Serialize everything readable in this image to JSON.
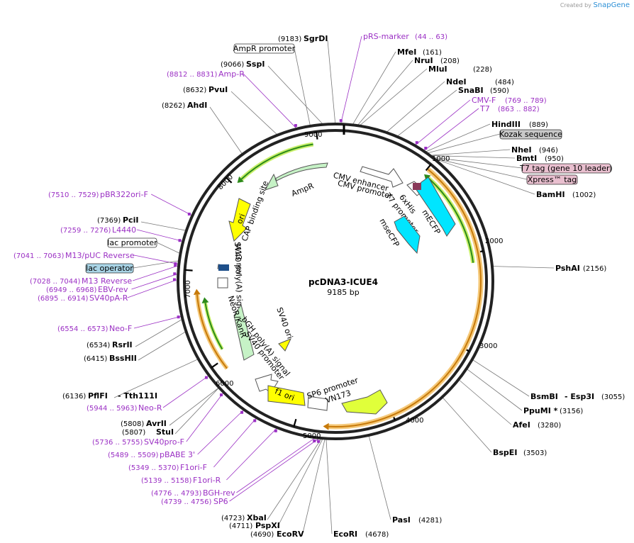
{
  "credit": {
    "prefix": "Created by",
    "brand": "SnapGene"
  },
  "plasmid": {
    "name": "pcDNA3-ICUE4",
    "size_label": "9185 bp",
    "length": 9185
  },
  "ticks": [
    "1000",
    "2000",
    "3000",
    "4000",
    "5000",
    "6000",
    "7000",
    "8000",
    "9000"
  ],
  "sites": [
    {
      "name": "SgrDI",
      "pos": "(9183)"
    },
    {
      "name": "SspI",
      "pos": "(9066)"
    },
    {
      "name": "PvuI",
      "pos": "(8632)"
    },
    {
      "name": "AhdI",
      "pos": "(8262)"
    },
    {
      "name": "PciI",
      "pos": "(7369)"
    },
    {
      "name": "RsrII",
      "pos": "(6534)"
    },
    {
      "name": "BssHII",
      "pos": "(6415)"
    },
    {
      "name": "PflFI",
      "pos": "(6136)",
      "extra": "- Tth111I"
    },
    {
      "name": "AvrII",
      "pos": "(5808)"
    },
    {
      "name": "StuI",
      "pos": "(5807)"
    },
    {
      "name": "XbaI",
      "pos": "(4723)"
    },
    {
      "name": "PspXI",
      "pos": "(4711)"
    },
    {
      "name": "EcoRV",
      "pos": "(4690)"
    },
    {
      "name": "EcoRI",
      "pos": "(4678)"
    },
    {
      "name": "PasI",
      "pos": "(4281)"
    },
    {
      "name": "BspEI",
      "pos": "(3503)"
    },
    {
      "name": "AfeI",
      "pos": "(3280)"
    },
    {
      "name": "PpuMI *",
      "pos": "(3156)"
    },
    {
      "name": "BsmBI",
      "pos": "(3055)",
      "extra": "- Esp3I"
    },
    {
      "name": "PshAI",
      "pos": "(2156)"
    },
    {
      "name": "BamHI",
      "pos": "(1002)"
    },
    {
      "name": "BmtI",
      "pos": "(950)"
    },
    {
      "name": "NheI",
      "pos": "(946)"
    },
    {
      "name": "HindIII",
      "pos": "(889)"
    },
    {
      "name": "SnaBI",
      "pos": "(590)"
    },
    {
      "name": "NdeI",
      "pos": "(484)"
    },
    {
      "name": "MluI",
      "pos": "(228)"
    },
    {
      "name": "NruI",
      "pos": "(208)"
    },
    {
      "name": "MfeI",
      "pos": "(161)"
    }
  ],
  "primers": [
    {
      "name": "pRS-marker",
      "range": "(44 .. 63)"
    },
    {
      "name": "CMV-F",
      "range": "(769 .. 789)"
    },
    {
      "name": "T7",
      "range": "(863 .. 882)"
    },
    {
      "name": "Amp-R",
      "range": "(8812 .. 8831)"
    },
    {
      "name": "pBR322ori-F",
      "range": "(7510 .. 7529)"
    },
    {
      "name": "L4440",
      "range": "(7259 .. 7276)"
    },
    {
      "name": "M13/pUC Reverse",
      "range": "(7041 .. 7063)"
    },
    {
      "name": "M13 Reverse",
      "range": "(7028 .. 7044)"
    },
    {
      "name": "EBV-rev",
      "range": "(6949 .. 6968)"
    },
    {
      "name": "SV40pA-R",
      "range": "(6895 .. 6914)"
    },
    {
      "name": "Neo-F",
      "range": "(6554 .. 6573)"
    },
    {
      "name": "Neo-R",
      "range": "(5944 .. 5963)"
    },
    {
      "name": "SV40pro-F",
      "range": "(5736 .. 5755)"
    },
    {
      "name": "pBABE 3'",
      "range": "(5489 .. 5509)"
    },
    {
      "name": "F1ori-F",
      "range": "(5349 .. 5370)"
    },
    {
      "name": "F1ori-R",
      "range": "(5139 .. 5158)"
    },
    {
      "name": "BGH-rev",
      "range": "(4776 .. 4793)"
    },
    {
      "name": "SP6",
      "range": "(4739 .. 4756)"
    }
  ],
  "boxed_features": [
    {
      "name": "AmpR promoter",
      "color": "#ffffff"
    },
    {
      "name": "Kozak sequence",
      "color": "#c8c8c8"
    },
    {
      "name": "T7 tag (gene 10 leader)",
      "color": "#e9bfcf"
    },
    {
      "name": "Xpress™ tag",
      "color": "#e9bfcf"
    },
    {
      "name": "lac promoter",
      "color": "#ffffff"
    },
    {
      "name": "lac operator",
      "color": "#a9d4e6"
    }
  ],
  "features": [
    {
      "name": "AmpR",
      "color": "#c6f2c6"
    },
    {
      "name": "CMV enhancer",
      "color": "#ffffff"
    },
    {
      "name": "CMV promoter",
      "color": "#ffffff"
    },
    {
      "name": "ori",
      "color": "#ffff00"
    },
    {
      "name": "CAP binding site",
      "color": "#ffffff"
    },
    {
      "name": "M13 rev",
      "color": "#ffffff"
    },
    {
      "name": "SV40 poly(A) signal",
      "color": "#ffffff"
    },
    {
      "name": "NeoR/KanR",
      "color": "#c6f2c6"
    },
    {
      "name": "SV40 ori",
      "color": "#ffff00"
    },
    {
      "name": "SV40 promoter",
      "color": "#ffffff"
    },
    {
      "name": "bGH poly(A) signal",
      "color": "#ffffff"
    },
    {
      "name": "f1 ori",
      "color": "#ffff00"
    },
    {
      "name": "SP6 promoter",
      "color": "#ffffff"
    },
    {
      "name": "VN173",
      "color": "#e0ff3a"
    },
    {
      "name": "6xHis",
      "color": "#ffffff"
    },
    {
      "name": "T7 promoter",
      "color": "#ffffff"
    },
    {
      "name": "mECFP",
      "color": "#00e5ff"
    },
    {
      "name": "mseCFP",
      "color": "#00e5ff"
    }
  ]
}
